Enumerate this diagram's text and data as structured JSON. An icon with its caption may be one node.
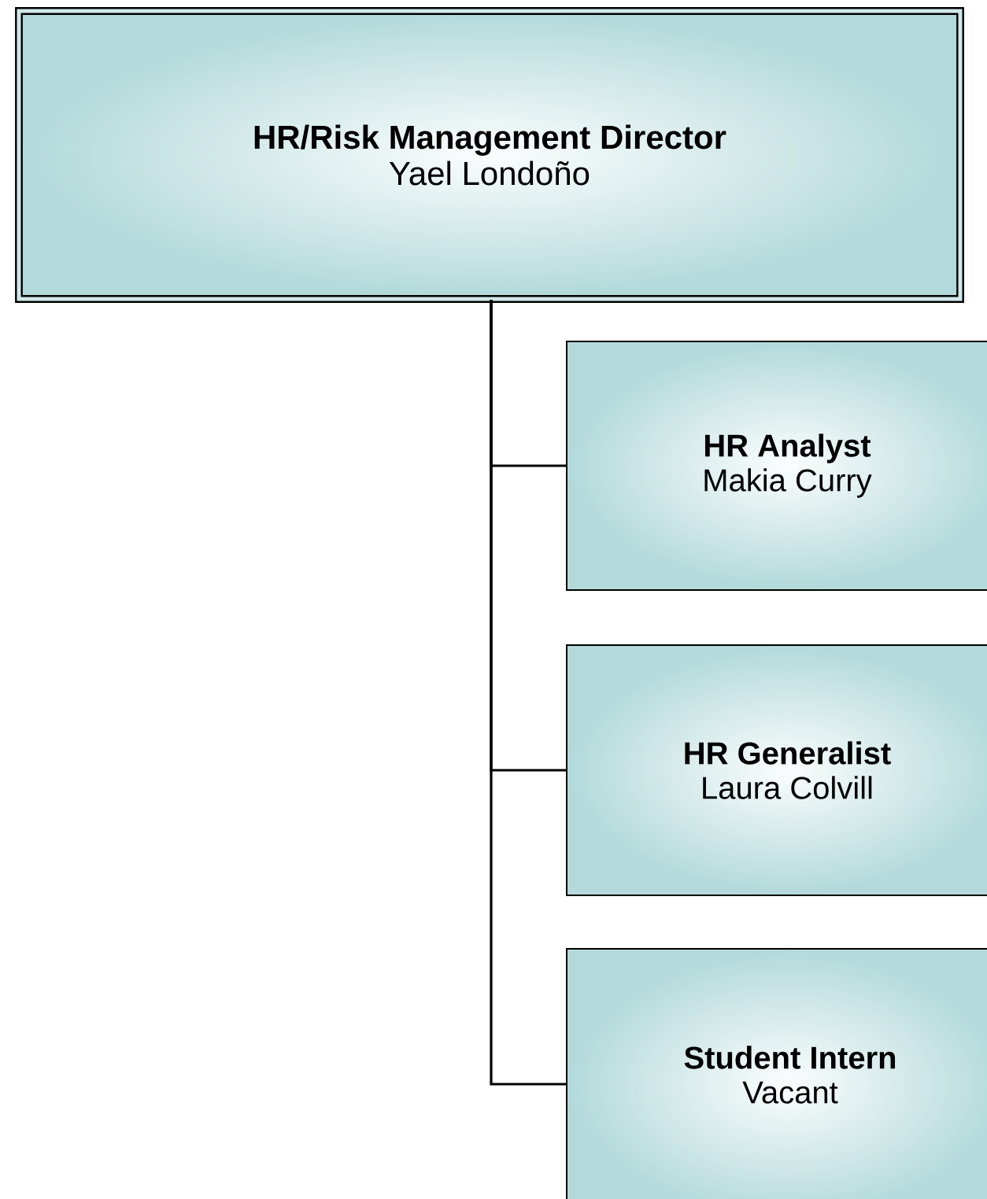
{
  "diagram": {
    "nodes": [
      {
        "text": [
          "HR/Risk Management Director",
          "Yael Londoño"
        ]
      },
      {
        "text": [
          "HR Analyst",
          "Makia Curry"
        ]
      },
      {
        "text": [
          "HR Generalist",
          "Laura Colvill"
        ]
      },
      {
        "text": [
          "Student Intern",
          "Vacant"
        ]
      }
    ],
    "edges": [
      {
        "from": 0,
        "to": 1,
        "arrow": "none"
      },
      {
        "from": 0,
        "to": 2,
        "arrow": "none"
      },
      {
        "from": 0,
        "to": 3,
        "arrow": "none"
      }
    ]
  }
}
